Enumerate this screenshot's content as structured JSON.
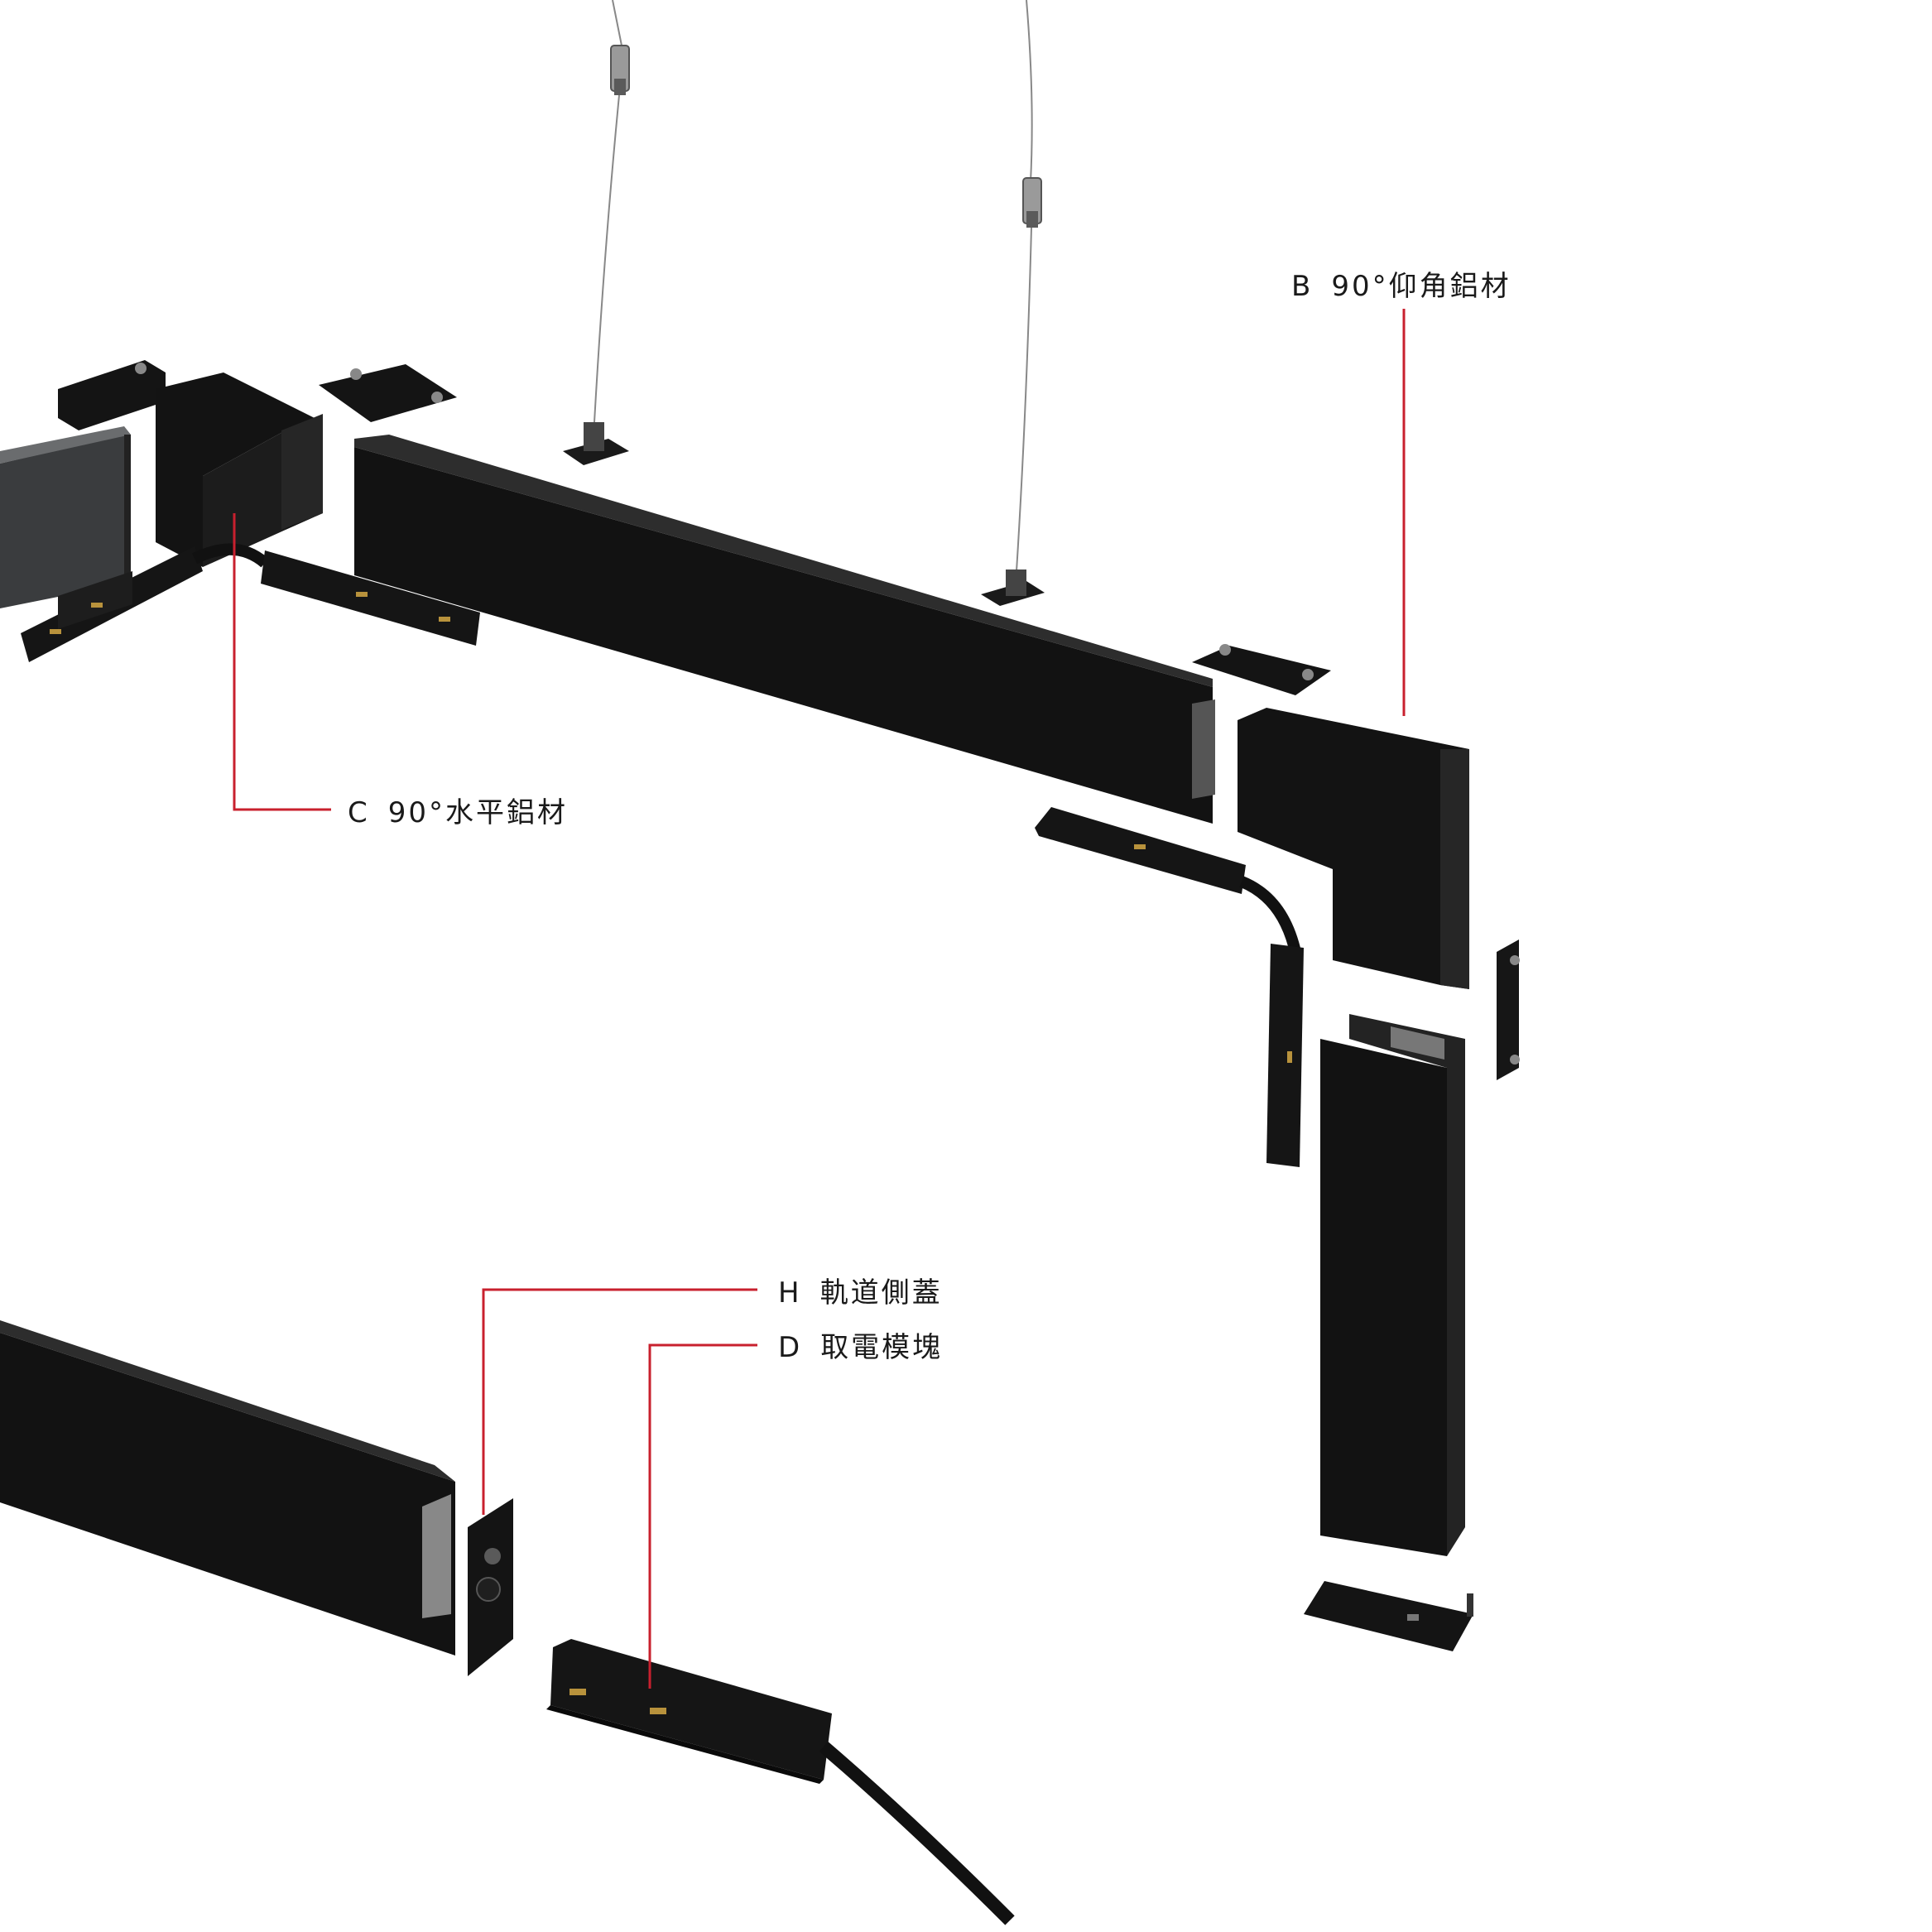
{
  "callouts": {
    "b": {
      "code": "B",
      "text": "90°仰角鋁材"
    },
    "c": {
      "code": "C",
      "text": "90°水平鋁材"
    },
    "h": {
      "code": "H",
      "text": "軌道側蓋"
    },
    "d": {
      "code": "D",
      "text": "取電模塊"
    }
  },
  "colors": {
    "callout_line": "#c8202e",
    "profile": "#111111",
    "profile_edge": "#2a2a2a",
    "wire": "#777777",
    "metal": "#9a9a9a"
  }
}
